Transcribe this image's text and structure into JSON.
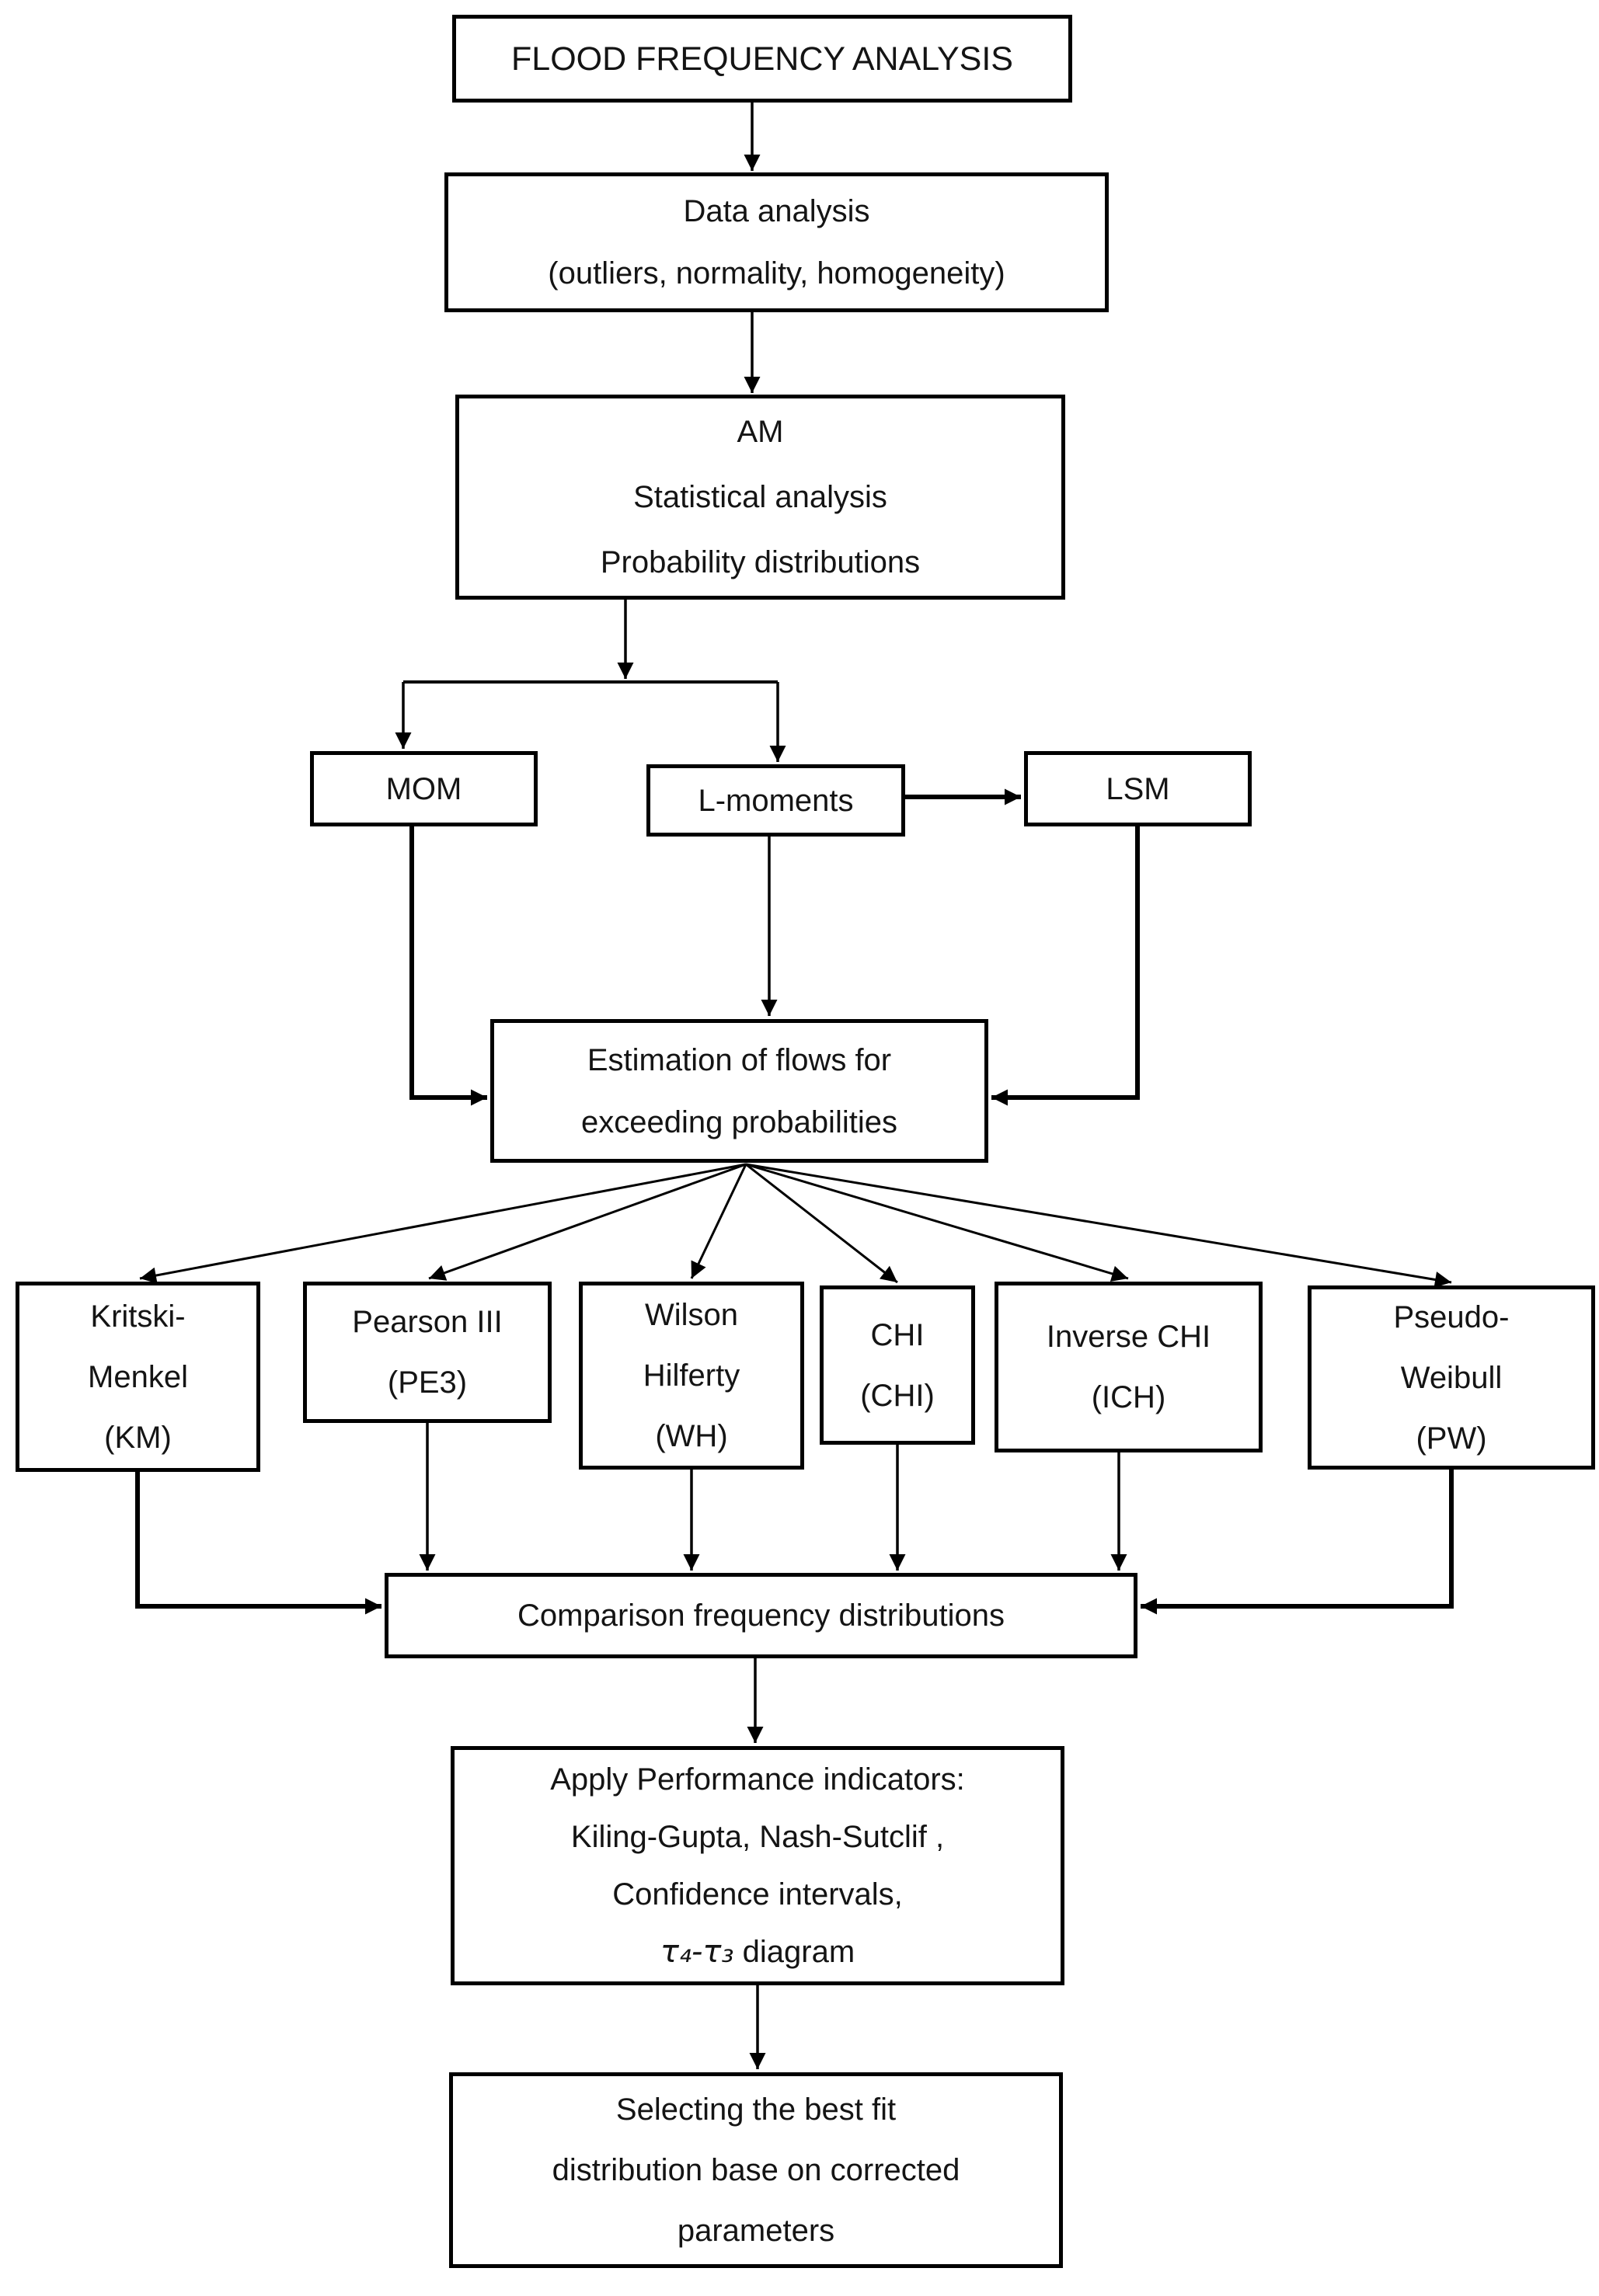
{
  "figure": {
    "title_box": "FLOOD FREQUENCY ANALYSIS",
    "data_analysis_box": {
      "line1": "Data analysis",
      "line2": "(outliers, normality, homogeneity)"
    },
    "am_box": {
      "line1": "AM",
      "line2": "Statistical analysis",
      "line3": "Probability distributions"
    },
    "mom_box": "MOM",
    "lmoments_box": "L-moments",
    "lsm_box": "LSM",
    "estimation_box": {
      "line1": "Estimation of flows for",
      "line2": "exceeding probabilities"
    },
    "distribution_boxes": [
      {
        "line1": "Kritski-",
        "line2": "Menkel",
        "line3": "(KM)"
      },
      {
        "line1": "Pearson III",
        "line2": "(PE3)"
      },
      {
        "line1": "Wilson",
        "line2": "Hilferty",
        "line3": "(WH)"
      },
      {
        "line1": "CHI",
        "line2": "(CHI)"
      },
      {
        "line1": "Inverse CHI",
        "line2": "(ICH)"
      },
      {
        "line1": "Pseudo-",
        "line2": "Weibull",
        "line3": "(PW)"
      }
    ],
    "comparison_box": "Comparison frequency distributions",
    "performance_box": {
      "line1": "Apply Performance indicators:",
      "line2": "Kiling-Gupta, Nash-Sutclif ,",
      "line3": "Confidence intervals,",
      "line4_math": "τ₄-τ₃",
      "line4_text": " diagram"
    },
    "selection_box": {
      "line1": "Selecting the best fit",
      "line2": "distribution base on corrected",
      "line3": "parameters"
    }
  },
  "colors": {
    "background": "#ffffff",
    "box_fill": "#ffffff",
    "box_border": "#000000",
    "connector": "#000000",
    "text": "#141414"
  }
}
